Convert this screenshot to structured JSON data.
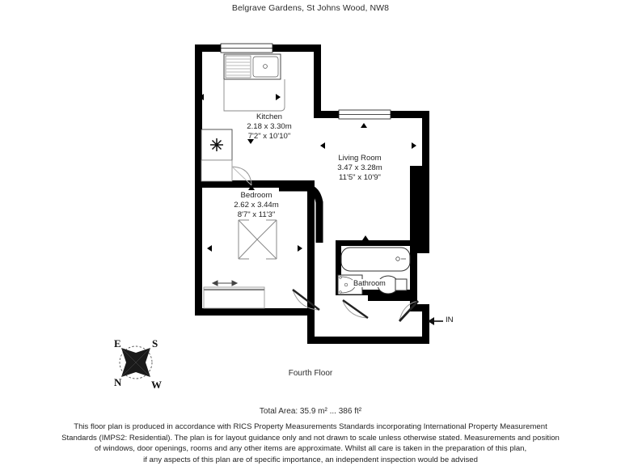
{
  "page": {
    "title": "Belgrave Gardens, St Johns Wood, NW8",
    "floor_label": "Fourth Floor",
    "total_area": "Total Area: 35.9 m² ... 386 ft²",
    "entrance_label": "IN",
    "background_color": "#ffffff",
    "wall_color": "#000000",
    "text_color": "#222222"
  },
  "rooms": [
    {
      "key": "kitchen",
      "name": "Kitchen",
      "metric": "2.18 x 3.30m",
      "imperial": "7'2\" x 10'10\"",
      "fixtures": [
        "sink-with-drainer",
        "hob-burners"
      ]
    },
    {
      "key": "living",
      "name": "Living Room",
      "metric": "3.47 x 3.28m",
      "imperial": "11'5\" x 10'9\"",
      "fixtures": []
    },
    {
      "key": "bedroom",
      "name": "Bedroom",
      "metric": "2.62 x 3.44m",
      "imperial": "8'7\" x 11'3\"",
      "fixtures": [
        "bed",
        "wardrobe-sliding"
      ]
    },
    {
      "key": "bathroom",
      "name": "Bathroom",
      "metric": "",
      "imperial": "",
      "fixtures": [
        "bath-tub",
        "wash-basin",
        "toilet"
      ]
    }
  ],
  "compass": {
    "top_left": "E",
    "top_right": "S",
    "bottom_left": "N",
    "bottom_right": "W"
  },
  "disclaimer": [
    "This floor plan is produced in accordance with RICS Property Measurements Standards incorporating International Property Measurement",
    "Standards (IMPS2: Residential). The plan is for layout guidance only and not drawn to scale unless otherwise stated. Measurements and position",
    "of windows, door openings, rooms and any other items are approximate. Whilst all care is taken in the preparation of this plan,",
    "if any aspects of this plan are of specific importance, an independent inspection would be advised"
  ]
}
